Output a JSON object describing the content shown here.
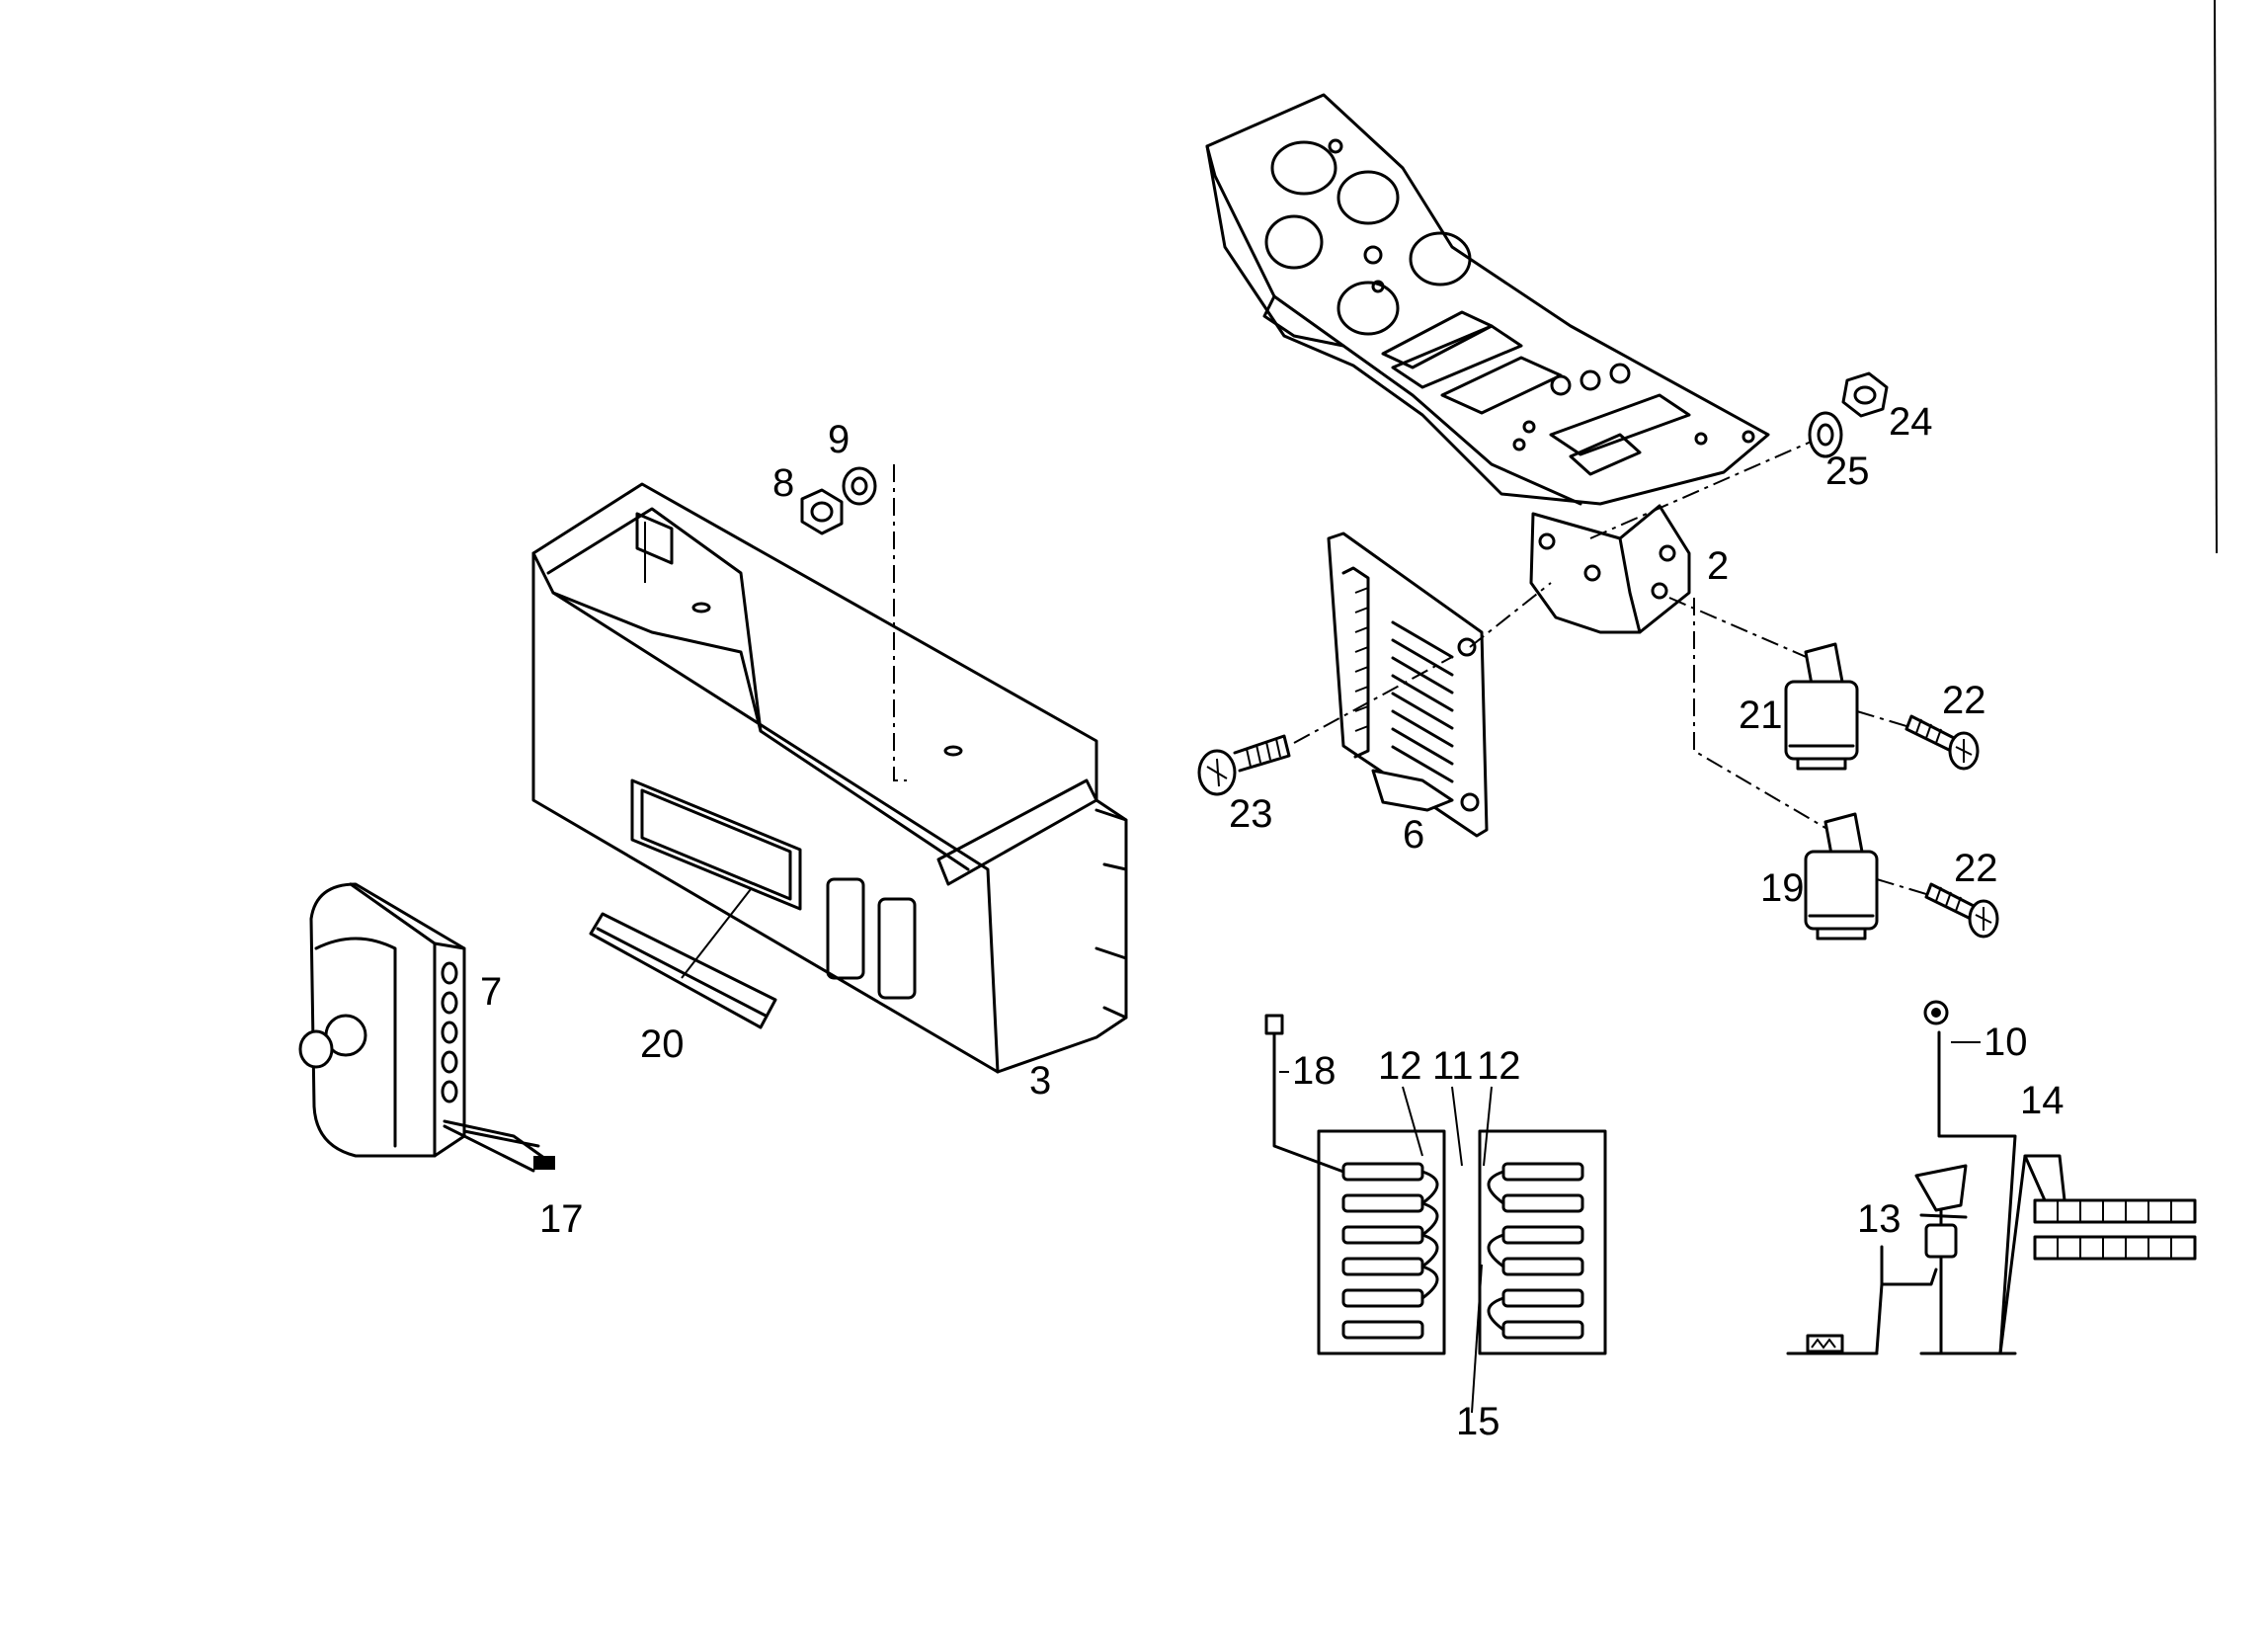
{
  "callouts": {
    "c2": "2",
    "c3": "3",
    "c6": "6",
    "c7": "7",
    "c8": "8",
    "c9": "9",
    "c10": "10",
    "c11": "11",
    "c12a": "12",
    "c12b": "12",
    "c13": "13",
    "c14": "14",
    "c15": "15",
    "c17": "17",
    "c18": "18",
    "c19": "19",
    "c20": "20",
    "c21": "21",
    "c22a": "22",
    "c22b": "22",
    "c23": "23",
    "c24": "24",
    "c25": "25"
  }
}
